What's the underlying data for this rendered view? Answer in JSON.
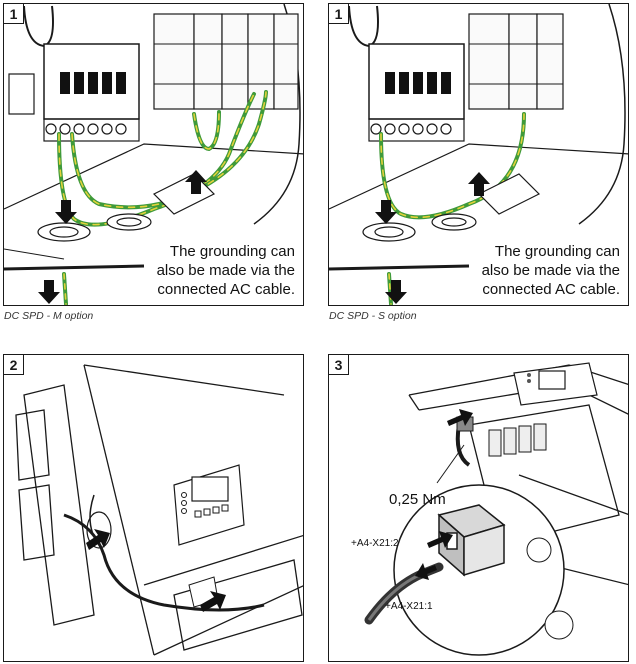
{
  "panels": [
    {
      "step": "1",
      "caption": "DC SPD - M option",
      "note": [
        "The grounding can",
        "also be made via the",
        "connected AC cable."
      ]
    },
    {
      "step": "1",
      "caption": "DC SPD - S option",
      "note": [
        "The grounding can",
        "also be made via the",
        "connected AC cable."
      ]
    },
    {
      "step": "2"
    },
    {
      "step": "3",
      "torque": "0,25 Nm",
      "label_top": "+A4-X21:2",
      "label_bottom": "+A4-X21:1"
    }
  ],
  "arrows": {
    "one": "1",
    "two": "2"
  },
  "colors": {
    "ground_wire_green": "#3f9a3a",
    "ground_wire_yellow": "#e3d23a",
    "line": "#1a1a1a"
  }
}
